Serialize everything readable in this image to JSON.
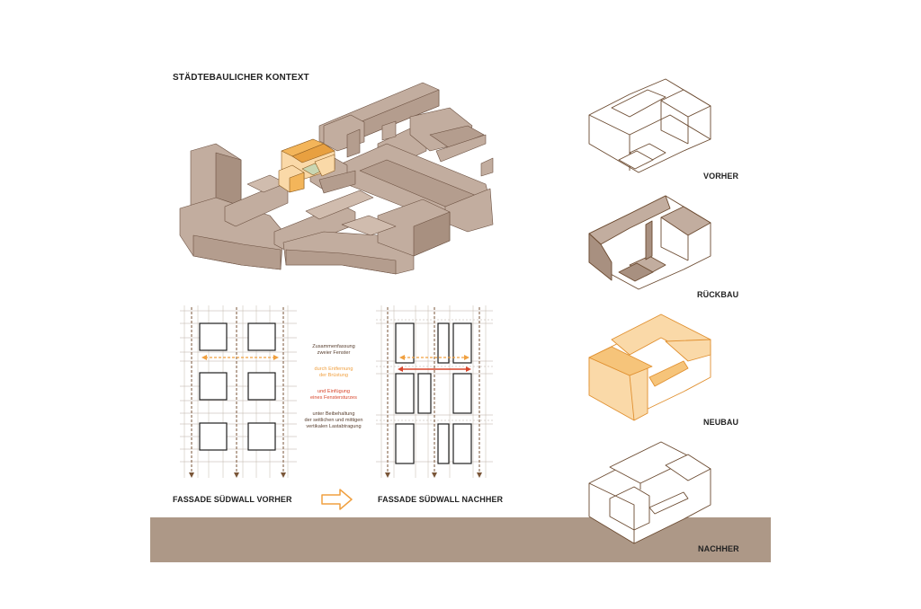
{
  "context": {
    "title": "STÄDTEBAULICHER KONTEXT"
  },
  "facade": {
    "before_label": "FASSADE SÜDWALL VORHER",
    "after_label": "FASSADE SÜDWALL NACHHER",
    "annotations": [
      {
        "l1": "Zusammenfassung",
        "l2": "zweier Fenster"
      },
      {
        "l1": "durch Entfernung",
        "l2": "der Brüstung"
      },
      {
        "l1": "und Einfügung",
        "l2": "eines Fenstersturzes"
      },
      {
        "l1": "unter Beibehaltung",
        "l2": "der seitlichen und mittigen",
        "l3": "vertikalen Lastabtragung"
      }
    ]
  },
  "stages": [
    {
      "label": "VORHER"
    },
    {
      "label": "RÜCKBAU"
    },
    {
      "label": "NEUBAU"
    },
    {
      "label": "NACHHER"
    }
  ],
  "colors": {
    "building": "#c2ad9f",
    "building_side": "#a89080",
    "outline": "#6b5040",
    "highlight": "#f3b55a",
    "highlight_light": "#fad9a8",
    "accent_red": "#d8462c",
    "accent_orange": "#f0a040",
    "band": "#ad9887"
  }
}
